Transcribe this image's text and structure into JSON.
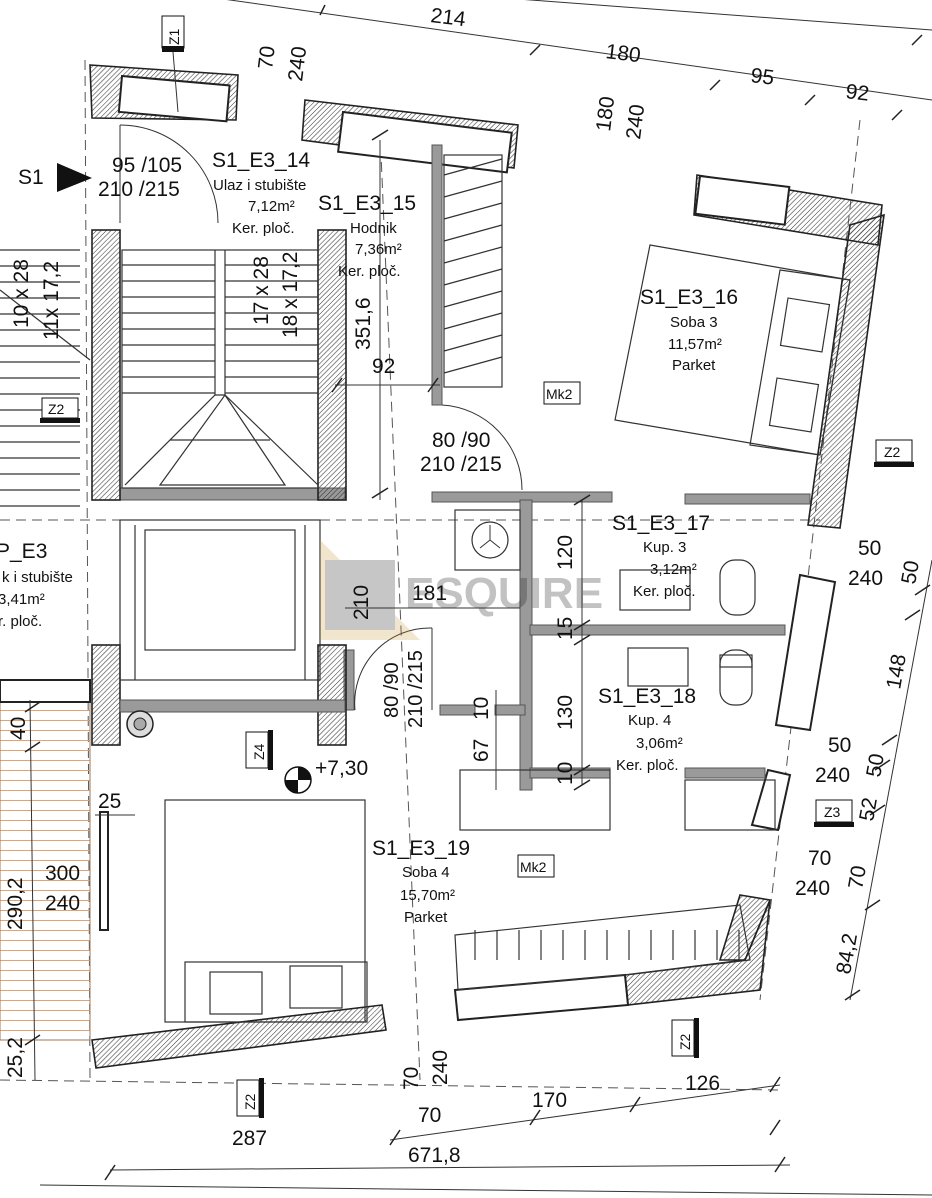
{
  "rooms": [
    {
      "id": "S1_E3_14",
      "name": "Ulaz i stubište",
      "area": "7,12m²",
      "floor": "Ker. ploč."
    },
    {
      "id": "S1_E3_15",
      "name": "Hodnik",
      "area": "7,36m²",
      "floor": "Ker. ploč."
    },
    {
      "id": "S1_E3_16",
      "name": "Soba 3",
      "area": "11,57m²",
      "floor": "Parket"
    },
    {
      "id": "S1_E3_17",
      "name": "Kup. 3",
      "area": "3,12m²",
      "floor": "Ker. ploč."
    },
    {
      "id": "S1_E3_18",
      "name": "Kup. 4",
      "area": "3,06m²",
      "floor": "Ker. ploč."
    },
    {
      "id": "S1_E3_19",
      "name": "Soba 4",
      "area": "15,70m²",
      "floor": "Parket"
    },
    {
      "id": "P_E3",
      "name": "k i stubište",
      "area": "3,41m²",
      "floor": "r. ploč."
    }
  ],
  "section_marker": "S1",
  "elevation": "+7,30",
  "tags": {
    "z1": "Z1",
    "z2": "Z2",
    "z3": "Z3",
    "z4": "Z4",
    "mk2": "Mk2"
  },
  "doors": {
    "entry_w": "95 /105",
    "entry_h": "210 /215",
    "hall_w": "80 /90",
    "hall_h": "210 /215",
    "bath_w": "80 /90",
    "bath_h": "210 /215"
  },
  "stairs": {
    "a": "17 x 28",
    "b": "18 x 17,2",
    "c": "10 x 28",
    "d": "11x 17,2"
  },
  "dims": {
    "top_214": "214",
    "top_180": "180",
    "top_95": "95",
    "top_92": "92",
    "top_70": "70",
    "top_240": "240",
    "top_180v": "180",
    "top_240v": "240",
    "v_351_6": "351,6",
    "h_92": "92",
    "h_181": "181",
    "v_210": "210",
    "v_120": "120",
    "v_15": "15",
    "v_130": "130",
    "v_10a": "10",
    "v_10b": "10",
    "v_67": "67",
    "left_40": "40",
    "left_25": "25",
    "left_300": "300",
    "left_240": "240",
    "left_290_2": "290,2",
    "left_25_2": "25,2",
    "bot_70": "70",
    "bot_240": "240",
    "bot_126": "126",
    "bot_287": "287",
    "bot_70b": "70",
    "bot_170": "170",
    "bot_671_8": "671,8",
    "r_50a": "50",
    "r_240a": "240",
    "r_50b": "50",
    "r_148": "148",
    "r_50c": "50",
    "r_240b": "240",
    "r_50d": "50",
    "r_52": "52",
    "r_70": "70",
    "r_240c": "240",
    "r_70b": "70",
    "r_84_2": "84,2"
  },
  "watermark": "ESQUIRE"
}
